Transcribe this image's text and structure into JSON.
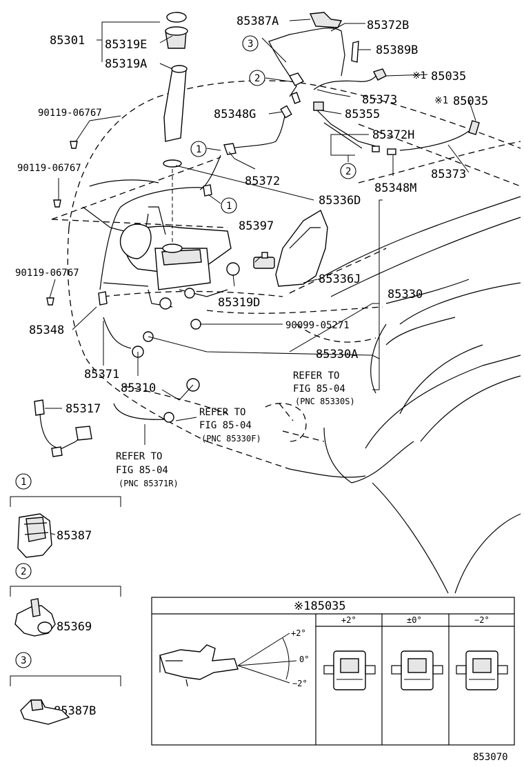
{
  "labels": {
    "p85301": "85301",
    "p85319E": "85319E",
    "p85319A": "85319A",
    "p90119_a": "90119-06767",
    "p90119_b": "90119-06767",
    "p90119_c": "90119-06767",
    "p85387A": "85387A",
    "p85372B": "85372B",
    "p85389B": "85389B",
    "p85035_a": "85035",
    "p85035_b": "85035",
    "p85373_a": "85373",
    "p85373_b": "85373",
    "p85348G": "85348G",
    "p85355": "85355",
    "p85372H": "85372H",
    "p85372": "85372",
    "p85348M": "85348M",
    "p85336D": "85336D",
    "p85397": "85397",
    "p85336J": "85336J",
    "p85319D": "85319D",
    "p85330": "85330",
    "p85348": "85348",
    "p90099": "90099-05271",
    "p85330A": "85330A",
    "p85371": "85371",
    "p85310": "85310",
    "p85317": "85317",
    "p85387": "85387",
    "p85369": "85369",
    "p85387B": "85387B",
    "asterisk": "※1",
    "fig_number": "853070"
  },
  "callouts": {
    "c1": "1",
    "c2": "2",
    "c3": "3"
  },
  "references": {
    "ref1_line1": "REFER TO",
    "ref1_line2": "FIG 85-04",
    "ref1_line3": "(PNC 85330S)",
    "ref2_line1": "REFER TO",
    "ref2_line2": "FIG 85-04",
    "ref2_line3": "(PNC 85330F)",
    "ref3_line1": "REFER TO",
    "ref3_line2": "FIG 85-04",
    "ref3_line3": "(PNC 85371R)"
  },
  "inset": {
    "title": "※185035",
    "col_plus2": "+2°",
    "col_zero": "±0°",
    "col_minus2": "−2°",
    "angle_plus2": "+2°",
    "angle_zero": "0°",
    "angle_minus2": "−2°"
  }
}
